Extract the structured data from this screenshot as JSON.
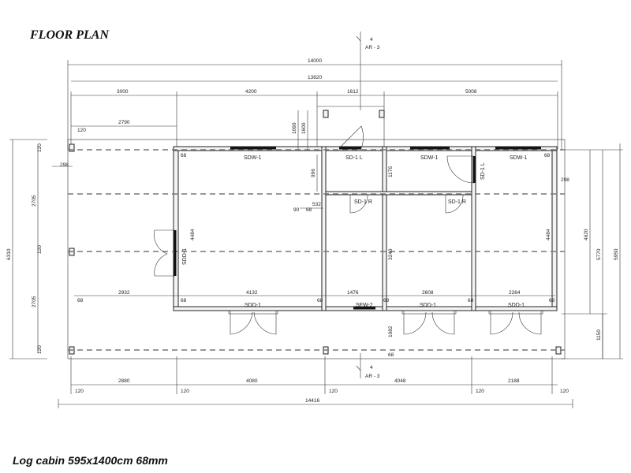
{
  "header": {
    "title": "FLOOR PLAN"
  },
  "footer": {
    "caption": "Log cabin 595x1400cm 68mm"
  },
  "section_markers": {
    "top": {
      "number": "4",
      "ref": "AR - 3"
    },
    "bottom": {
      "number": "4",
      "ref": "AR - 3"
    }
  },
  "dimensions": {
    "top_overall": "14000",
    "top_inner": "13820",
    "top_segments": [
      "3000",
      "4200",
      "1612",
      "5008"
    ],
    "left_wall": "120",
    "left_width": "2790",
    "left_edge": "298",
    "bottom_overall": "14416",
    "bottom_segments": [
      "2880",
      "4080",
      "4048",
      "2188"
    ],
    "bottom_walls": [
      "120",
      "120",
      "120",
      "120",
      "120"
    ],
    "left_vertical_overall": "6310",
    "left_vertical_segments": [
      "2705",
      "2705"
    ],
    "left_vertical_walls": [
      "120",
      "120",
      "120"
    ],
    "right_vertical": [
      "4620",
      "5770",
      "5950",
      "1150"
    ],
    "right_edge": "298",
    "wall_thickness": "68",
    "room_height_left": "4484",
    "room_height_right": "4484",
    "mid_row": [
      "2932",
      "4132",
      "1476",
      "2608",
      "2264"
    ],
    "porch_depth": [
      "1090",
      "1600"
    ],
    "corridor": [
      "996",
      "1176",
      "3240",
      "1082"
    ],
    "small": [
      "90",
      "68",
      "532"
    ]
  },
  "labels": {
    "sdw": "SDW-1",
    "sd1l": "SD-1 L",
    "sd1r": "SD-1 R",
    "sdd": "SDD-1",
    "sfw": "SFW-2"
  }
}
